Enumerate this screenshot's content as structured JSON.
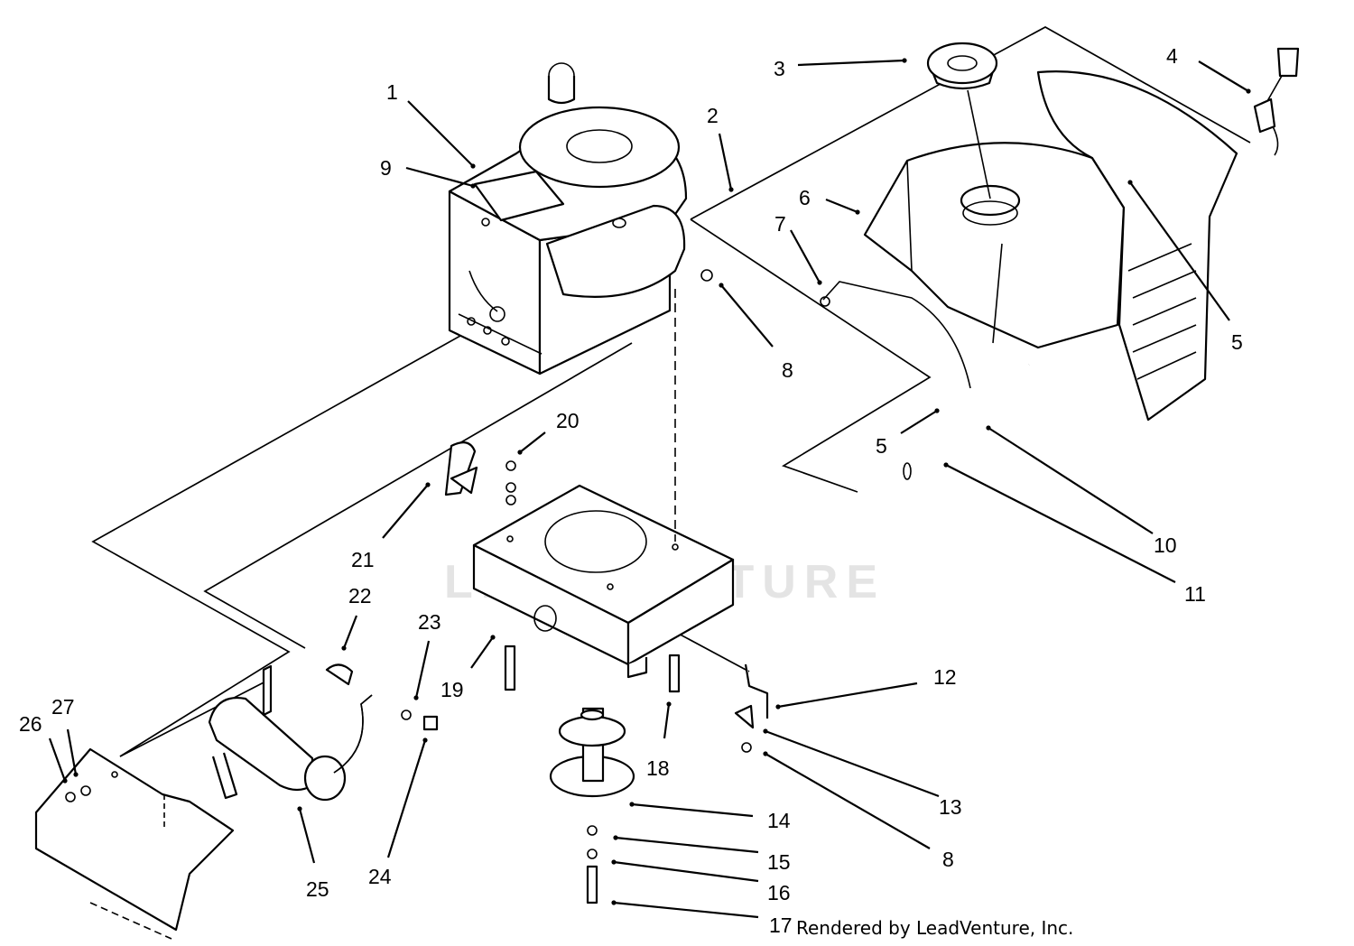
{
  "diagram": {
    "watermark": "LEADVENTURE",
    "credit": "Rendered by LeadVenture, Inc.",
    "callouts": [
      {
        "id": "c1",
        "label": "1"
      },
      {
        "id": "c2",
        "label": "2"
      },
      {
        "id": "c3",
        "label": "3"
      },
      {
        "id": "c4",
        "label": "4"
      },
      {
        "id": "c5a",
        "label": "5"
      },
      {
        "id": "c5b",
        "label": "5"
      },
      {
        "id": "c6",
        "label": "6"
      },
      {
        "id": "c7",
        "label": "7"
      },
      {
        "id": "c8a",
        "label": "8"
      },
      {
        "id": "c8b",
        "label": "8"
      },
      {
        "id": "c9",
        "label": "9"
      },
      {
        "id": "c10",
        "label": "10"
      },
      {
        "id": "c11",
        "label": "11"
      },
      {
        "id": "c12",
        "label": "12"
      },
      {
        "id": "c13",
        "label": "13"
      },
      {
        "id": "c14",
        "label": "14"
      },
      {
        "id": "c15",
        "label": "15"
      },
      {
        "id": "c16",
        "label": "16"
      },
      {
        "id": "c17",
        "label": "17"
      },
      {
        "id": "c18",
        "label": "18"
      },
      {
        "id": "c19",
        "label": "19"
      },
      {
        "id": "c20",
        "label": "20"
      },
      {
        "id": "c21",
        "label": "21"
      },
      {
        "id": "c22",
        "label": "22"
      },
      {
        "id": "c23",
        "label": "23"
      },
      {
        "id": "c24",
        "label": "24"
      },
      {
        "id": "c25",
        "label": "25"
      },
      {
        "id": "c26",
        "label": "26"
      },
      {
        "id": "c27",
        "label": "27"
      }
    ]
  }
}
